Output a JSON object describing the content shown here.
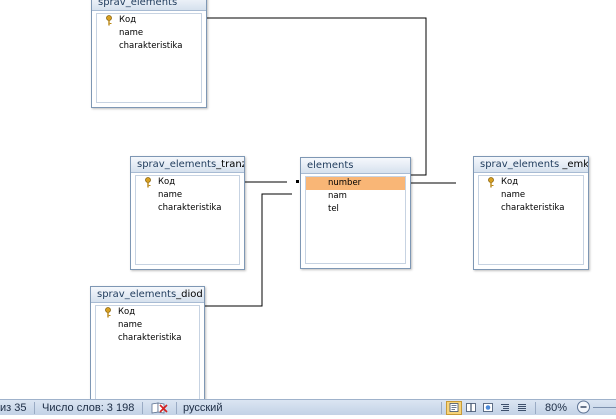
{
  "tables": [
    {
      "id": "sprav_elements",
      "title": "sprav_elements",
      "title_suffix": "",
      "fields": [
        {
          "name": "Код",
          "key": true
        },
        {
          "name": "name",
          "key": false
        },
        {
          "name": "charakteristika",
          "key": false
        }
      ]
    },
    {
      "id": "sprav_elements_tranz",
      "title": "sprav_elements",
      "title_suffix": "_tranz",
      "fields": [
        {
          "name": "Код",
          "key": true
        },
        {
          "name": "name",
          "key": false
        },
        {
          "name": "charakteristika",
          "key": false
        }
      ]
    },
    {
      "id": "elements",
      "title": "elements",
      "title_suffix": "",
      "fields": [
        {
          "name": "number",
          "key": false,
          "selected": true
        },
        {
          "name": "nam",
          "key": false
        },
        {
          "name": "tel",
          "key": false
        }
      ]
    },
    {
      "id": "sprav_elements_emk",
      "title": "sprav_elements",
      "title_suffix": " _emk",
      "fields": [
        {
          "name": "Код",
          "key": true
        },
        {
          "name": "name",
          "key": false
        },
        {
          "name": "charakteristika",
          "key": false
        }
      ]
    },
    {
      "id": "sprav_elements_diod",
      "title": "sprav_elements",
      "title_suffix": "_diod",
      "fields": [
        {
          "name": "Код",
          "key": true
        },
        {
          "name": "name",
          "key": false
        },
        {
          "name": "charakteristika",
          "key": false
        }
      ]
    }
  ],
  "statusbar": {
    "page_info": "из 35",
    "word_count": "Число слов: 3 198",
    "language": "русский",
    "zoom": "80%",
    "zoom_out_symbol": "−"
  },
  "colors": {
    "selected_field": "#f9b676",
    "table_border": "#7e97b4",
    "relation_line": "#000000",
    "statusbar_bg": "#c3d2e6"
  }
}
